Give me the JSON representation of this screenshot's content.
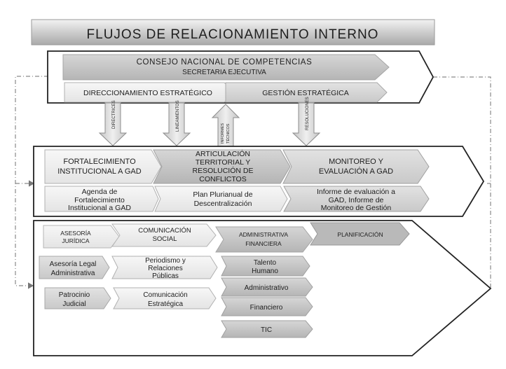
{
  "title": "FLUJOS DE RELACIONAMIENTO INTERNO",
  "top": {
    "council": "CONSEJO NACIONAL DE COMPETENCIAS",
    "secretariat": "SECRETARIA EJECUTIVA",
    "direccionamiento": "DIRECCIONAMIENTO ESTRATÉGICO",
    "gestion": "GESTIÓN ESTRATÉGICA"
  },
  "flows": {
    "directrices": "DIRECTRICES",
    "lineamientos": "LINEAMIENTOS",
    "informes_1": "INFORMES",
    "informes_2": "TÉCNICOS",
    "resoluciones": "RESOLUCIONES"
  },
  "middle": {
    "fortalecimiento_1": "FORTALECIMIENTO",
    "fortalecimiento_2": "INSTITUCIONAL A GAD",
    "articulacion_1": "ARTICULACIÓN",
    "articulacion_2": "TERRITORIAL Y",
    "articulacion_3": "RESOLUCIÓN DE",
    "articulacion_4": "CONFLICTOS",
    "monitoreo_1": "MONITOREO Y",
    "monitoreo_2": "EVALUACIÓN A GAD",
    "agenda_1": "Agenda de",
    "agenda_2": "Fortalecimiento",
    "agenda_3": "Institucional a GAD",
    "plan_1": "Plan Plurianual de",
    "plan_2": "Descentralización",
    "informe_1": "Informe de evaluación a",
    "informe_2": "GAD, Informe de",
    "informe_3": "Monitoreo de Gestión"
  },
  "bottom": {
    "asesoria_1": "ASESORÍA",
    "asesoria_2": "JURÍDICA",
    "comunicacion_1": "COMUNICACIÓN",
    "comunicacion_2": "SOCIAL",
    "administrativa_1": "ADMINISTRATIVA",
    "administrativa_2": "FINANCIERA",
    "planificacion": "PLANIFICACIÓN",
    "asesoria_legal_1": "Asesoría Legal",
    "asesoria_legal_2": "Administrativa",
    "patrocinio_1": "Patrocinio",
    "patrocinio_2": "Judicial",
    "periodismo_1": "Periodismo y",
    "periodismo_2": "Relaciones",
    "periodismo_3": "Públicas",
    "com_estrategica_1": "Comunicación",
    "com_estrategica_2": "Estratégica",
    "talento_1": "Talento",
    "talento_2": "Humano",
    "administrativo": "Administrativo",
    "financiero": "Financiero",
    "tic": "TIC"
  }
}
